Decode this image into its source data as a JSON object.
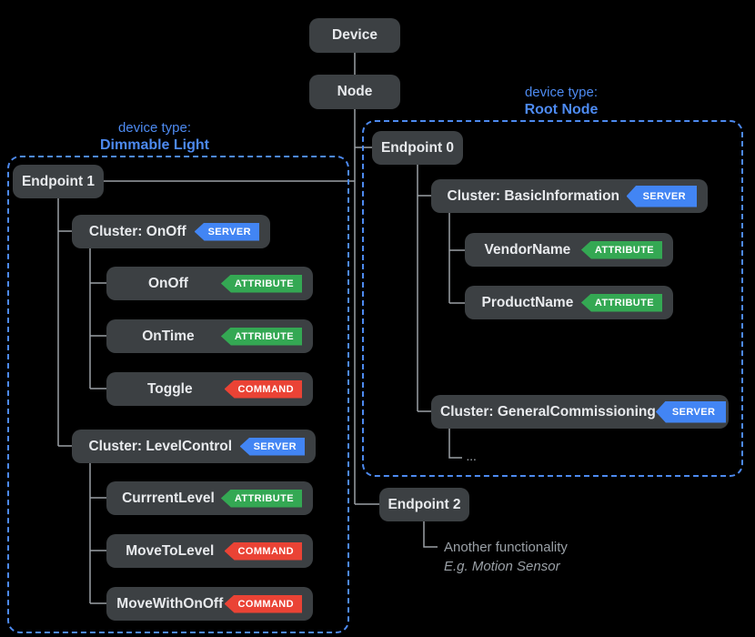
{
  "diagram_title": "Matter device data model tree",
  "colors": {
    "background": "#000000",
    "node_fill": "#3c4043",
    "node_text": "#e8eaed",
    "connector": "#9aa0a6",
    "group_border": "#4d8af0",
    "group_text": "#4d8af0",
    "badge_server": "#4285f4",
    "badge_attribute": "#34a853",
    "badge_command": "#ea4335",
    "note_text": "#9aa0a6"
  },
  "root": {
    "device_label": "Device",
    "node_label": "Node"
  },
  "left_group": {
    "header_line1": "device type:",
    "header_line2": "Dimmable Light",
    "endpoint_label": "Endpoint 1",
    "clusters": [
      {
        "label": "Cluster: OnOff",
        "badge": "SERVER",
        "children": [
          {
            "label": "OnOff",
            "badge": "ATTRIBUTE"
          },
          {
            "label": "OnTime",
            "badge": "ATTRIBUTE"
          },
          {
            "label": "Toggle",
            "badge": "COMMAND"
          }
        ]
      },
      {
        "label": "Cluster: LevelControl",
        "badge": "SERVER",
        "children": [
          {
            "label": "CurrrentLevel",
            "badge": "ATTRIBUTE"
          },
          {
            "label": "MoveToLevel",
            "badge": "COMMAND"
          },
          {
            "label": "MoveWithOnOff",
            "badge": "COMMAND"
          }
        ]
      }
    ]
  },
  "right_group": {
    "header_line1": "device type:",
    "header_line2": "Root Node",
    "endpoint_label": "Endpoint 0",
    "clusters": [
      {
        "label": "Cluster: BasicInformation",
        "badge": "SERVER",
        "children": [
          {
            "label": "VendorName",
            "badge": "ATTRIBUTE"
          },
          {
            "label": "ProductName",
            "badge": "ATTRIBUTE"
          }
        ]
      },
      {
        "label": "Cluster: GeneralCommissioning",
        "badge": "SERVER",
        "ellipsis": "..."
      }
    ]
  },
  "endpoint2": {
    "label": "Endpoint 2",
    "note_line1": "Another functionality",
    "note_line2": "E.g. Motion Sensor"
  }
}
